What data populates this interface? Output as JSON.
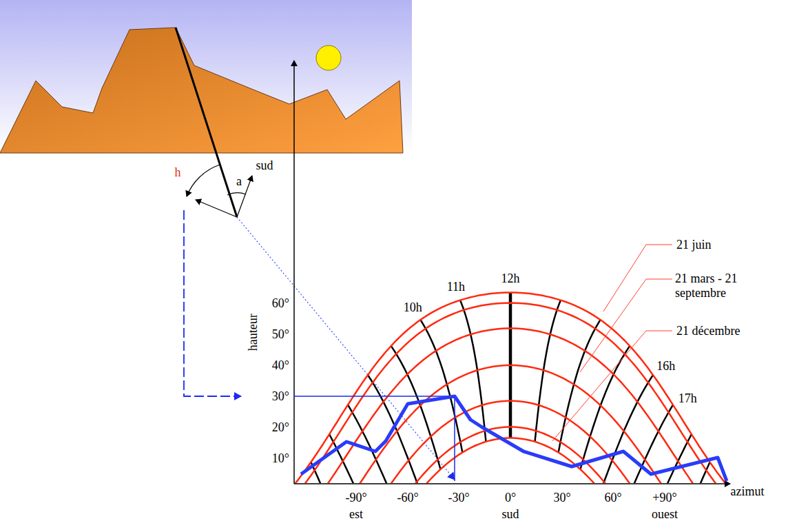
{
  "diagram": {
    "labels": [
      "h",
      "a",
      "sud",
      "hauteur",
      "60°",
      "50°",
      "40°",
      "30°",
      "20°",
      "10°",
      "12h",
      "11h",
      "10h",
      "16h",
      "17h",
      "21 juin",
      "21 mars - 21 septembre",
      "21 décembre",
      "-90°",
      "est",
      "-60°",
      "-30°",
      "0°",
      "sud",
      "30°",
      "60°",
      "+90°",
      "ouest",
      "azimut"
    ]
  }
}
